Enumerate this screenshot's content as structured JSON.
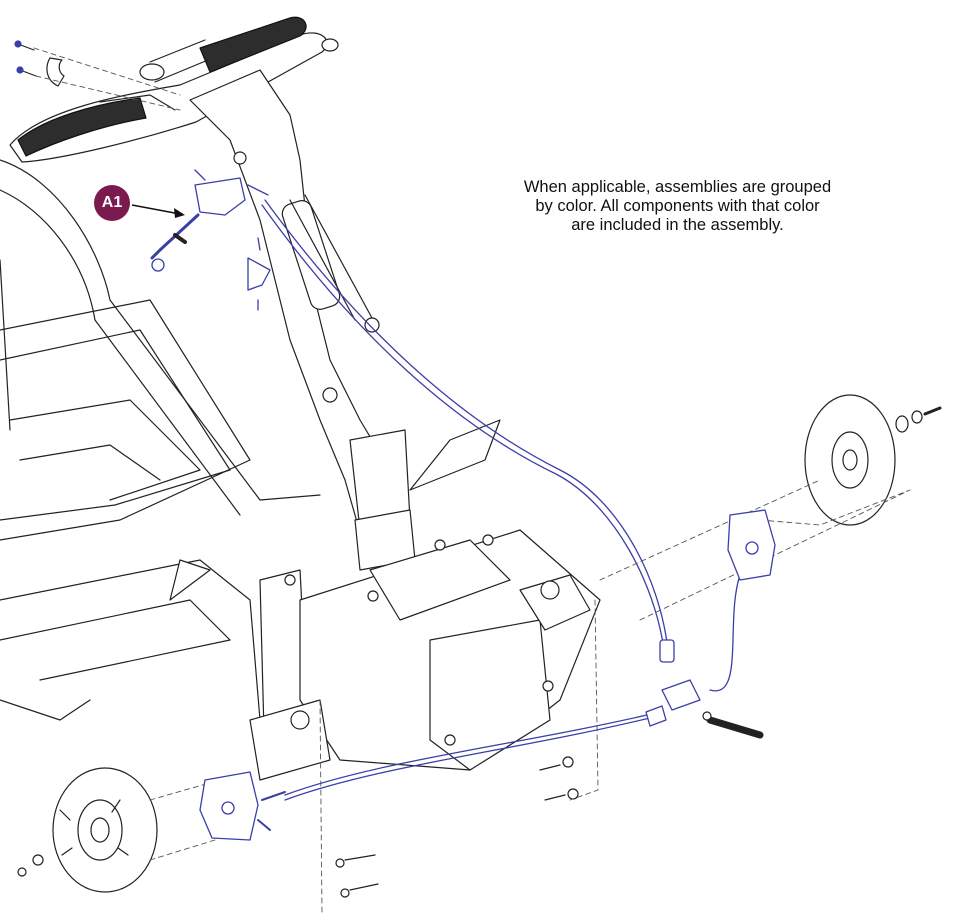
{
  "note": {
    "lines": [
      "When applicable, assemblies are grouped",
      "by color. All components with that color",
      "are included in the assembly."
    ]
  },
  "callouts": [
    {
      "label": "A1",
      "target": "brake-lever-assembly"
    }
  ],
  "colors": {
    "assembly": "#3a3fa8",
    "callout": "#7b1a4e",
    "line": "#222222",
    "dashed": "#555555"
  }
}
